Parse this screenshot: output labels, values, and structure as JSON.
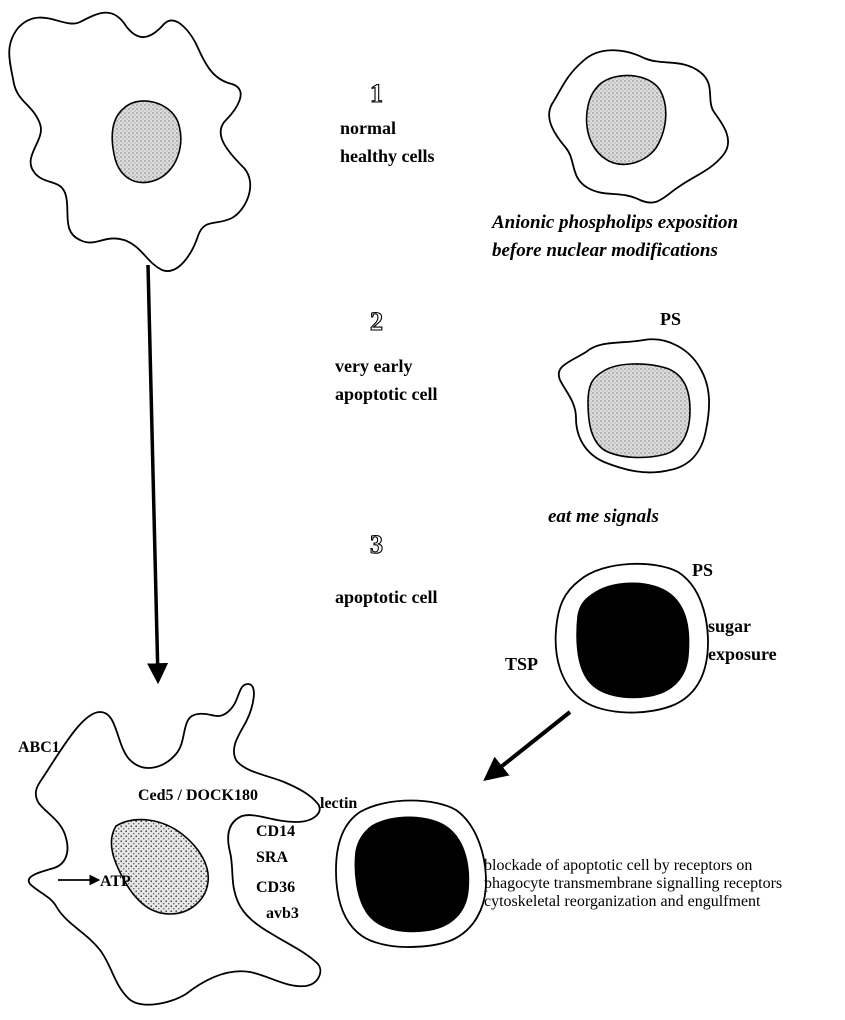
{
  "stages": [
    {
      "number": "1",
      "label_lines": [
        "normal",
        "healthy cells"
      ]
    },
    {
      "number": "2",
      "label_lines": [
        "very early",
        "apoptotic cell"
      ]
    },
    {
      "number": "3",
      "label_lines": [
        "apoptotic cell"
      ]
    }
  ],
  "annotations": {
    "phospholips_lines": [
      "Anionic phospholips exposition",
      "before nuclear modifications"
    ],
    "ps_early": "PS",
    "eat_me": "eat me signals",
    "ps_late": "PS",
    "sugar_lines": [
      "sugar",
      "exposure"
    ],
    "tsp": "TSP"
  },
  "phagocyte": {
    "abc1": "ABC1",
    "ced5": "Ced5 / DOCK180",
    "lectin": "lectin",
    "cd14": "CD14",
    "sra": "SRA",
    "cd36": "CD36",
    "avb3": "avb3",
    "atp": "ATP"
  },
  "blockade_lines": [
    "blockade of apoptotic cell by receptors on",
    "phagocyte transmembrane signalling receptors",
    "cytoskeletal reorganization and engulfment"
  ]
}
